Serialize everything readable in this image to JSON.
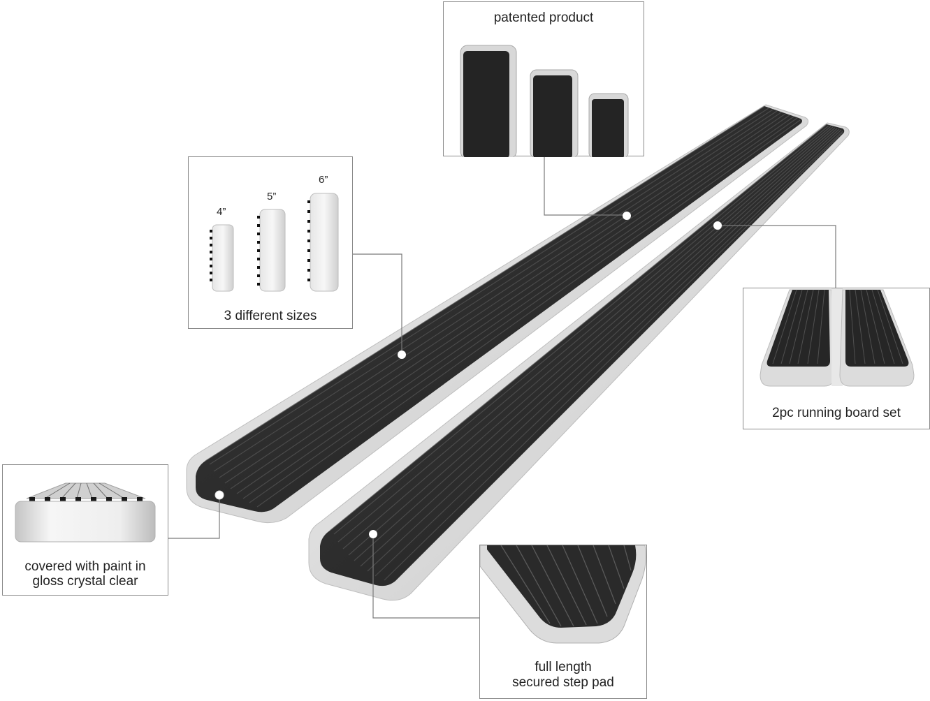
{
  "product": {
    "subject": "running boards (2pc set) with black ribbed step pad and polished aluminum frame",
    "colors": {
      "pad": "#2b2b2b",
      "rib": "#4a4a4a",
      "frame_light": "#f2f2f2",
      "frame_mid": "#c9c9c9",
      "frame_dark": "#8e8e8e",
      "connector": "#7a7a7a",
      "box_border": "#8a8a8a"
    }
  },
  "callouts": {
    "patented": {
      "caption": "patented product"
    },
    "sizes": {
      "caption": "3 different sizes",
      "labels": [
        "4”",
        "5”",
        "6”"
      ]
    },
    "set": {
      "caption": "2pc running board set"
    },
    "paint": {
      "caption_line1": "covered with paint in",
      "caption_line2": "gloss crystal clear"
    },
    "pad": {
      "caption_line1": "full length",
      "caption_line2": "secured step pad"
    }
  }
}
